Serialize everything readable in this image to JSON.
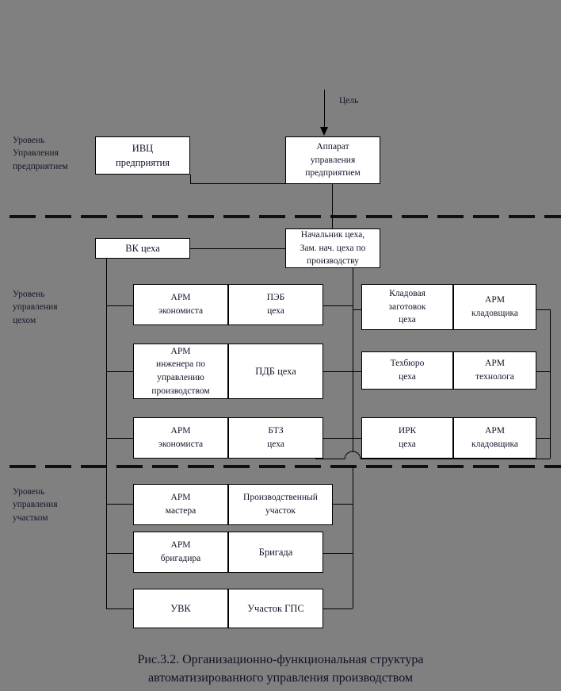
{
  "figure": {
    "caption": "Рис.3.2. Организационно-функциональная структура\nавтоматизированного управления производством",
    "background_color": "#808080",
    "box_fill_color": "#ffffff",
    "line_color": "#000000"
  },
  "goal_arrow": {
    "label": "Цель"
  },
  "levels": [
    {
      "id": "enterprise",
      "label": "Уровень\nУправления\nпредприятием"
    },
    {
      "id": "shop",
      "label": "Уровень\nуправления\nцехом"
    },
    {
      "id": "section",
      "label": "Уровень\nуправления\nучастком"
    }
  ],
  "enterprise_level": {
    "boxes": [
      {
        "id": "ivc",
        "label": "ИВЦ\nпредприятия"
      },
      {
        "id": "apparatus",
        "label": "Аппарат\nуправления\nпредприятием"
      }
    ]
  },
  "shop_level": {
    "boxes": [
      {
        "id": "vk-shop",
        "label": "ВК цеха"
      },
      {
        "id": "shop-head",
        "label": "Начальник цеха,\nЗам. нач. цеха по\nпроизводству"
      }
    ],
    "left_pairs": [
      {
        "arm": "АРМ\nэкономиста",
        "unit": "ПЭБ\nцеха"
      },
      {
        "arm": "АРМ\nинженера по\nуправлению\nпроизводством",
        "unit": "ПДБ цеха"
      },
      {
        "arm": "АРМ\nэкономиста",
        "unit": "БТЗ\nцеха"
      }
    ],
    "right_pairs": [
      {
        "unit": "Кладовая\nзаготовок\nцеха",
        "arm": "АРМ\nкладовщика"
      },
      {
        "unit": "Техбюро\nцеха",
        "arm": "АРМ\nтехнолога"
      },
      {
        "unit": "ИРК\nцеха",
        "arm": "АРМ\nкладовщика"
      }
    ]
  },
  "section_level": {
    "pairs": [
      {
        "arm": "АРМ\nмастера",
        "unit": "Производственный\nучасток"
      },
      {
        "arm": "АРМ\nбригадира",
        "unit": "Бригада"
      },
      {
        "arm": "УВК",
        "unit": "Участок ГПС"
      }
    ]
  }
}
